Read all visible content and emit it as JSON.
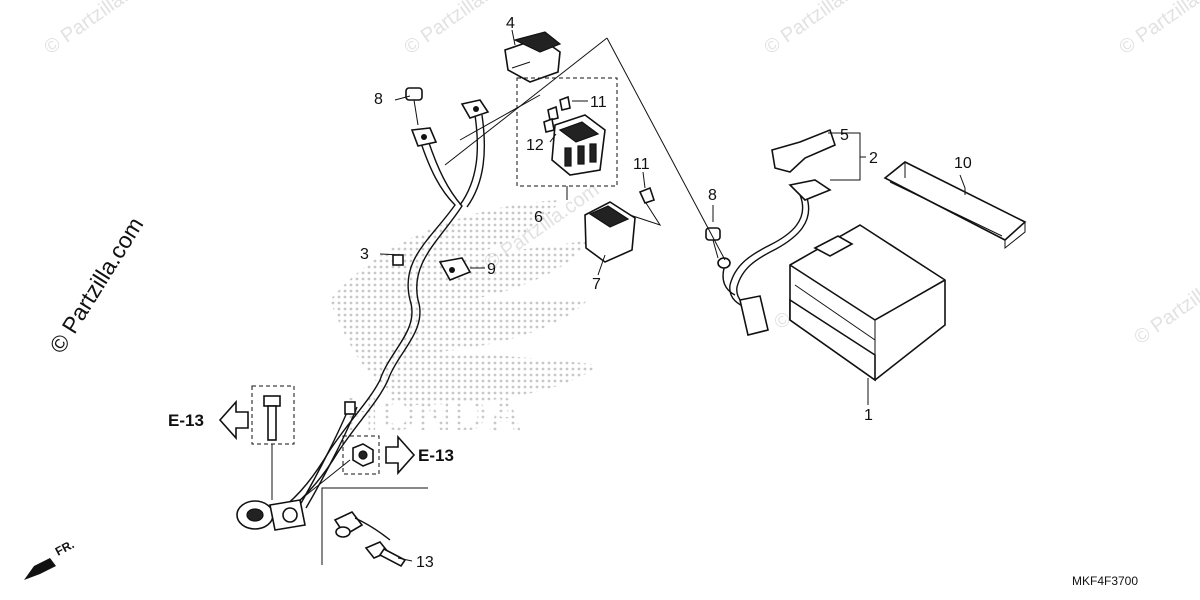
{
  "watermark": {
    "text": "© Partzilla.com",
    "brand_text": "HONDA"
  },
  "callouts": [
    {
      "id": "c1",
      "label": "1",
      "part": "battery"
    },
    {
      "id": "c2",
      "label": "2",
      "part": "battery-cable-negative"
    },
    {
      "id": "c3",
      "label": "3",
      "part": "main-wire-harness-cable"
    },
    {
      "id": "c4",
      "label": "4",
      "part": "starter-relay-cover"
    },
    {
      "id": "c5",
      "label": "5",
      "part": "battery-terminal-clamp"
    },
    {
      "id": "c6",
      "label": "6",
      "part": "starter-relay-switch"
    },
    {
      "id": "c7",
      "label": "7",
      "part": "fuse-box"
    },
    {
      "id": "c8a",
      "label": "8",
      "part": "bolt-upper-left"
    },
    {
      "id": "c8b",
      "label": "8",
      "part": "bolt-right"
    },
    {
      "id": "c9",
      "label": "9",
      "part": "cable-clip"
    },
    {
      "id": "c10",
      "label": "10",
      "part": "battery-band"
    },
    {
      "id": "c11a",
      "label": "11",
      "part": "fuse-upper"
    },
    {
      "id": "c11b",
      "label": "11",
      "part": "fuse-lower"
    },
    {
      "id": "c12",
      "label": "12",
      "part": "fuse-small"
    },
    {
      "id": "c13",
      "label": "13",
      "part": "flange-bolt"
    }
  ],
  "references": [
    {
      "id": "ref-left",
      "label": "E-13"
    },
    {
      "id": "ref-right",
      "label": "E-13"
    }
  ],
  "front_indicator": "FR.",
  "diagram_code": "MKF4F3700"
}
